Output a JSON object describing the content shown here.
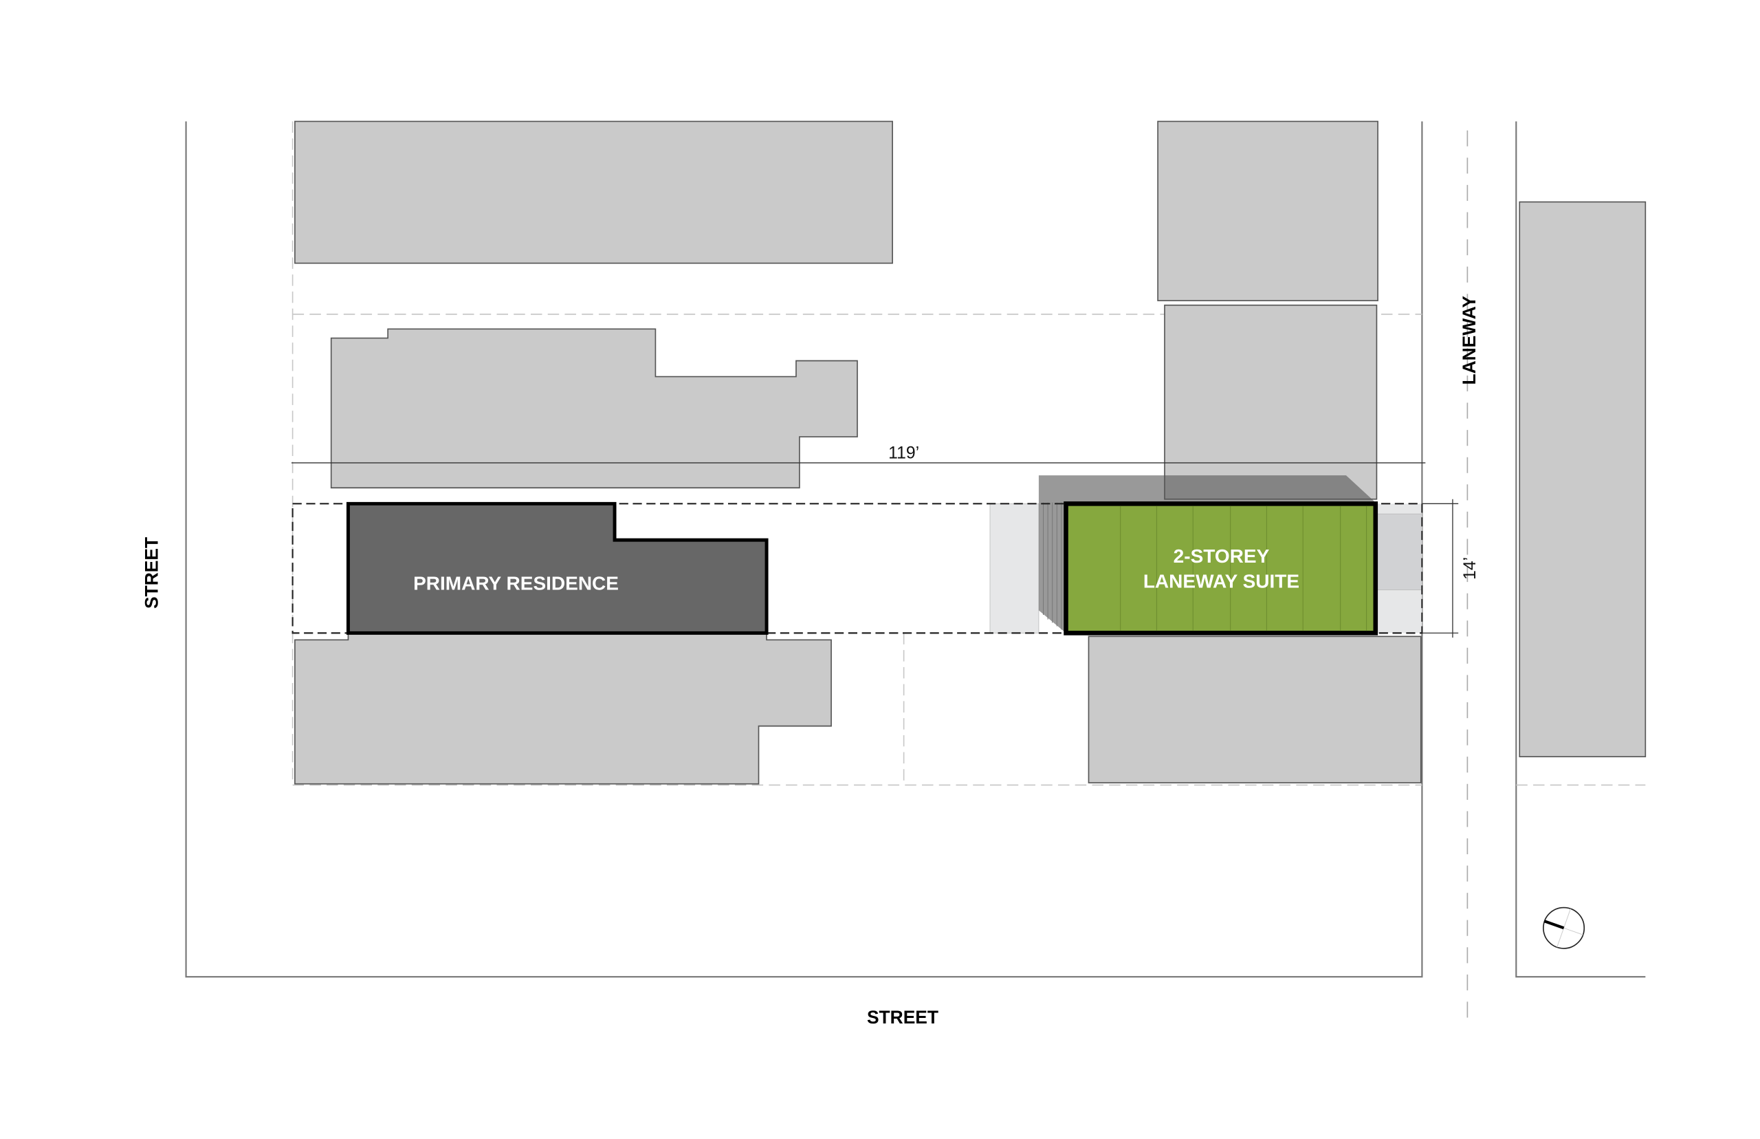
{
  "labels": {
    "street_left": "STREET",
    "street_bottom": "STREET",
    "laneway": "LANEWAY",
    "primary_residence": "PRIMARY RESIDENCE",
    "suite_line1": "2-STOREY",
    "suite_line2": "LANEWAY SUITE"
  },
  "dimensions": {
    "lot_length": "119’",
    "lot_width": "14’"
  },
  "colors": {
    "neighbour_building": "#cacaca",
    "primary_residence": "#676767",
    "laneway_suite": "#86a83e",
    "shadow": "#555555"
  }
}
